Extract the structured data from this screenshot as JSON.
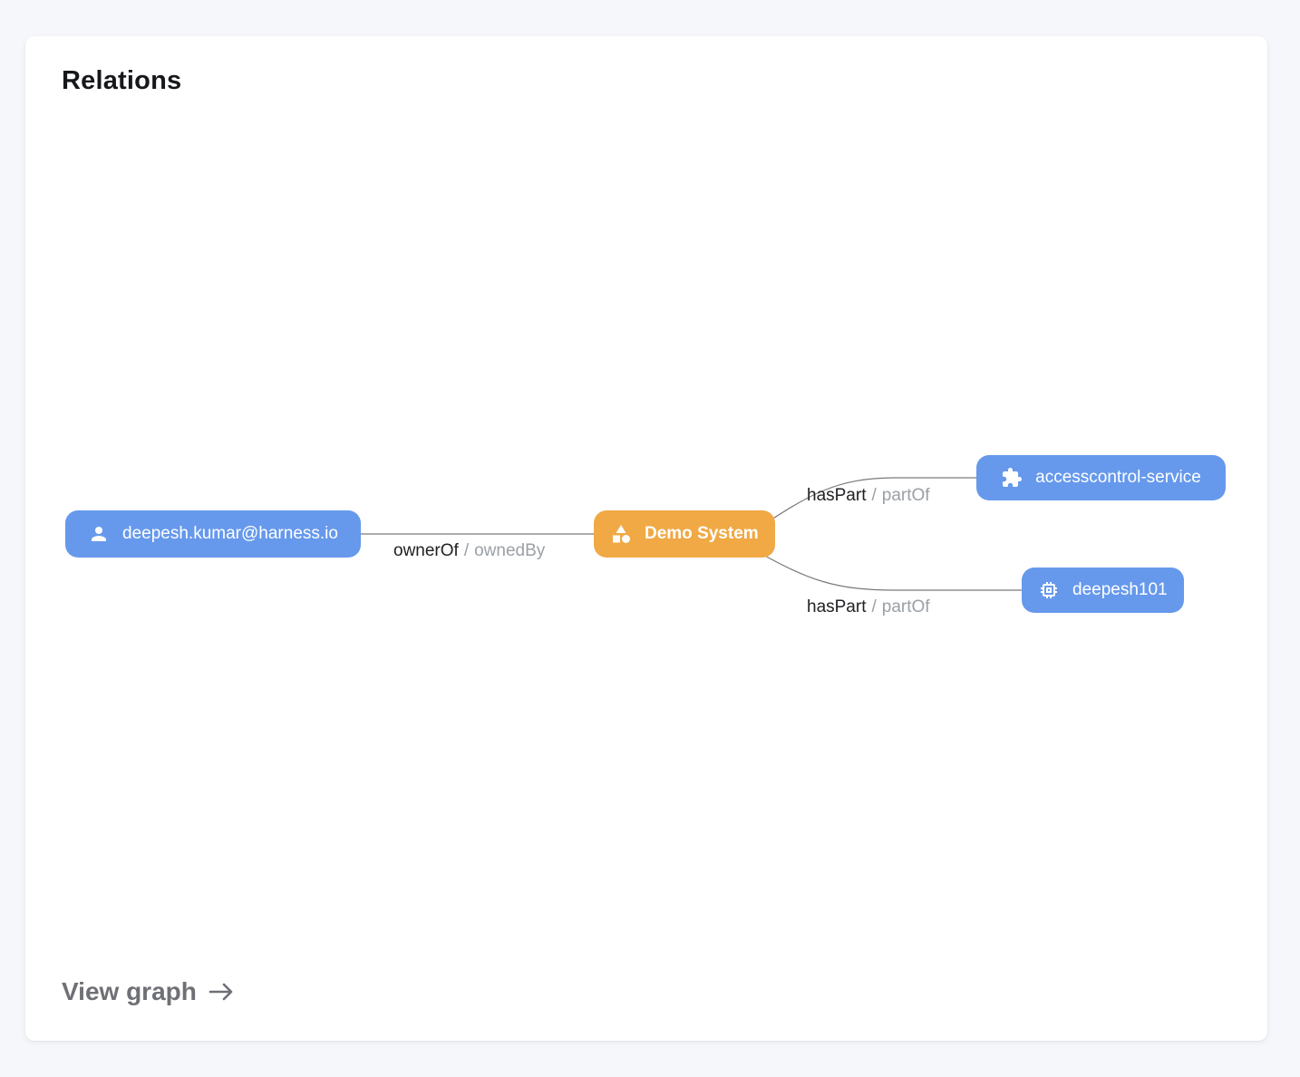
{
  "card": {
    "title": "Relations",
    "view_graph_label": "View graph"
  },
  "colors": {
    "page_bg": "#F6F7FB",
    "card_bg": "#FFFFFF",
    "node_blue": "#6699EC",
    "node_orange": "#F0A945",
    "node_text": "#FFFFFF",
    "edge_line": "#7A7A7A",
    "edge_label_forward": "#202124",
    "edge_label_reverse": "#9AA0A6",
    "view_graph": "#6F7076"
  },
  "graph": {
    "nodes": [
      {
        "label": "deepesh.kumar@harness.io",
        "icon": "person-icon",
        "color": "blue"
      },
      {
        "label": "Demo System",
        "icon": "category-icon",
        "color": "orange"
      },
      {
        "label": "accesscontrol-service",
        "icon": "extension-icon",
        "color": "blue"
      },
      {
        "label": "deepesh101",
        "icon": "memory-icon",
        "color": "blue"
      }
    ],
    "edges": [
      {
        "from": "deepesh.kumar@harness.io",
        "to": "Demo System",
        "forward": "ownerOf",
        "separator": "/",
        "reverse": "ownedBy"
      },
      {
        "from": "Demo System",
        "to": "accesscontrol-service",
        "forward": "hasPart",
        "separator": "/",
        "reverse": "partOf"
      },
      {
        "from": "Demo System",
        "to": "deepesh101",
        "forward": "hasPart",
        "separator": "/",
        "reverse": "partOf"
      }
    ]
  }
}
